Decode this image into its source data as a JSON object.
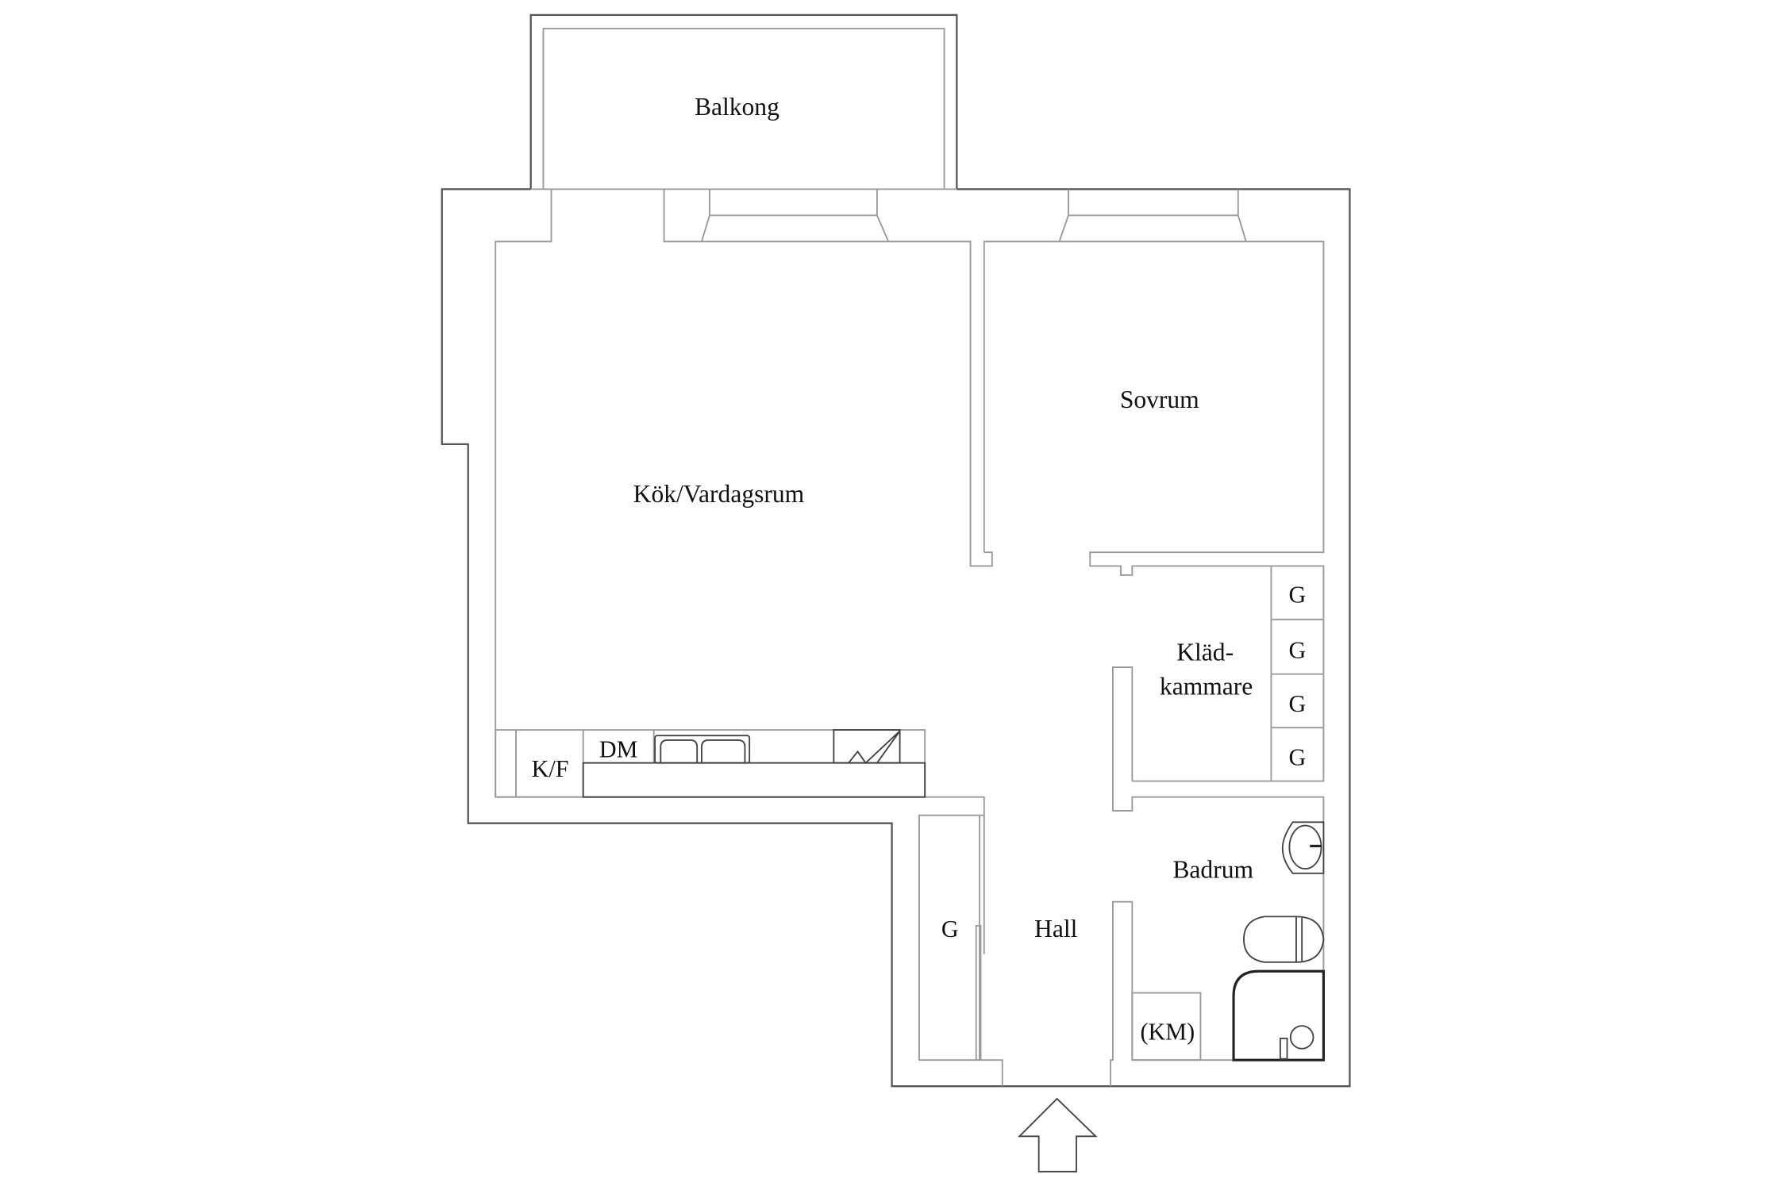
{
  "plan": {
    "rooms": {
      "balcony": "Balkong",
      "kitchen_living": "Kök/Vardagsrum",
      "bedroom": "Sovrum",
      "walk_in_closet_line1": "Kläd-",
      "walk_in_closet_line2": "kammare",
      "bathroom": "Badrum",
      "hall": "Hall"
    },
    "fixtures": {
      "fridge_freezer": "K/F",
      "dishwasher": "DM",
      "washing_machine": "(KM)",
      "wardrobes": [
        "G",
        "G",
        "G",
        "G"
      ],
      "hall_wardrobe": "G"
    },
    "entrance": "entrance-arrow"
  }
}
